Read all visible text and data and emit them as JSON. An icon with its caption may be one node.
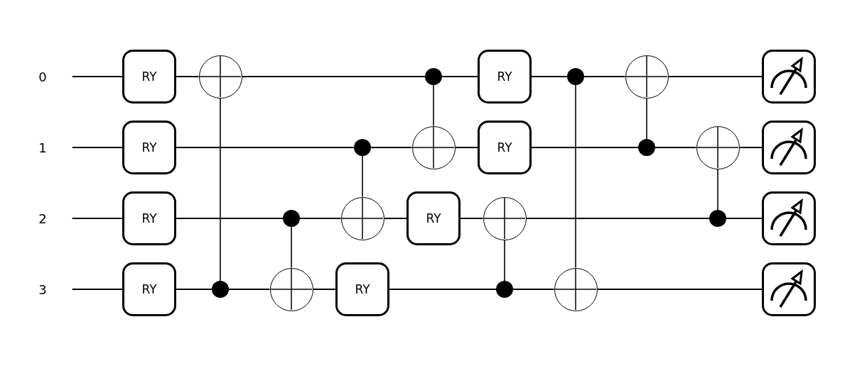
{
  "diagram": {
    "nodes": [
      {
        "text": [
          "0"
        ]
      },
      {
        "text": [
          "1"
        ]
      },
      {
        "text": [
          "2"
        ]
      },
      {
        "text": [
          "3"
        ]
      },
      {
        "text": [
          "RY"
        ]
      },
      {
        "text": [
          "RY"
        ]
      },
      {
        "text": [
          "RY"
        ]
      },
      {
        "text": [
          "RY"
        ]
      },
      {
        "text": [],
        "shape": "circle"
      },
      {
        "text": [],
        "shape": "dot"
      },
      {
        "text": [],
        "shape": "dot"
      },
      {
        "text": [],
        "shape": "circle"
      },
      {
        "text": [],
        "shape": "dot"
      },
      {
        "text": [],
        "shape": "circle"
      },
      {
        "text": [
          "RY"
        ]
      },
      {
        "text": [],
        "shape": "dot"
      },
      {
        "text": [],
        "shape": "circle"
      },
      {
        "text": [
          "RY"
        ]
      },
      {
        "text": [
          "RY"
        ]
      },
      {
        "text": [
          "RY"
        ]
      },
      {
        "text": [],
        "shape": "circle"
      },
      {
        "text": [],
        "shape": "dot"
      },
      {
        "text": [],
        "shape": "dot"
      },
      {
        "text": [],
        "shape": "circle"
      },
      {
        "text": [],
        "shape": "circle"
      },
      {
        "text": [],
        "shape": "dot"
      },
      {
        "text": [],
        "shape": "circle"
      },
      {
        "text": [],
        "shape": "dot"
      },
      {
        "text": [],
        "shape": "box"
      },
      {
        "text": [],
        "shape": "box"
      },
      {
        "text": [],
        "shape": "box"
      },
      {
        "text": [],
        "shape": "box"
      }
    ],
    "edges": [
      {
        "from": 0,
        "to": 4,
        "arrow": "none"
      },
      {
        "from": 4,
        "to": 8,
        "arrow": "none"
      },
      {
        "from": 8,
        "to": 15,
        "arrow": "none"
      },
      {
        "from": 15,
        "to": 18,
        "arrow": "none"
      },
      {
        "from": 18,
        "to": 22,
        "arrow": "none"
      },
      {
        "from": 22,
        "to": 24,
        "arrow": "none"
      },
      {
        "from": 24,
        "to": 28,
        "arrow": "none"
      },
      {
        "from": 1,
        "to": 5,
        "arrow": "none"
      },
      {
        "from": 5,
        "to": 12,
        "arrow": "none"
      },
      {
        "from": 12,
        "to": 16,
        "arrow": "none"
      },
      {
        "from": 16,
        "to": 19,
        "arrow": "none"
      },
      {
        "from": 19,
        "to": 25,
        "arrow": "none"
      },
      {
        "from": 25,
        "to": 26,
        "arrow": "none"
      },
      {
        "from": 26,
        "to": 29,
        "arrow": "none"
      },
      {
        "from": 2,
        "to": 6,
        "arrow": "none"
      },
      {
        "from": 6,
        "to": 10,
        "arrow": "none"
      },
      {
        "from": 10,
        "to": 13,
        "arrow": "none"
      },
      {
        "from": 13,
        "to": 17,
        "arrow": "none"
      },
      {
        "from": 17,
        "to": 20,
        "arrow": "none"
      },
      {
        "from": 20,
        "to": 27,
        "arrow": "none"
      },
      {
        "from": 27,
        "to": 30,
        "arrow": "none"
      },
      {
        "from": 3,
        "to": 7,
        "arrow": "none"
      },
      {
        "from": 7,
        "to": 9,
        "arrow": "none"
      },
      {
        "from": 9,
        "to": 11,
        "arrow": "none"
      },
      {
        "from": 11,
        "to": 14,
        "arrow": "none"
      },
      {
        "from": 14,
        "to": 21,
        "arrow": "none"
      },
      {
        "from": 21,
        "to": 23,
        "arrow": "none"
      },
      {
        "from": 23,
        "to": 31,
        "arrow": "none"
      },
      {
        "from": 9,
        "to": 8,
        "arrow": "none"
      },
      {
        "from": 10,
        "to": 11,
        "arrow": "none"
      },
      {
        "from": 12,
        "to": 13,
        "arrow": "none"
      },
      {
        "from": 15,
        "to": 16,
        "arrow": "none"
      },
      {
        "from": 21,
        "to": 20,
        "arrow": "none"
      },
      {
        "from": 22,
        "to": 23,
        "arrow": "none"
      },
      {
        "from": 25,
        "to": 24,
        "arrow": "none"
      },
      {
        "from": 27,
        "to": 26,
        "arrow": "none"
      }
    ]
  }
}
